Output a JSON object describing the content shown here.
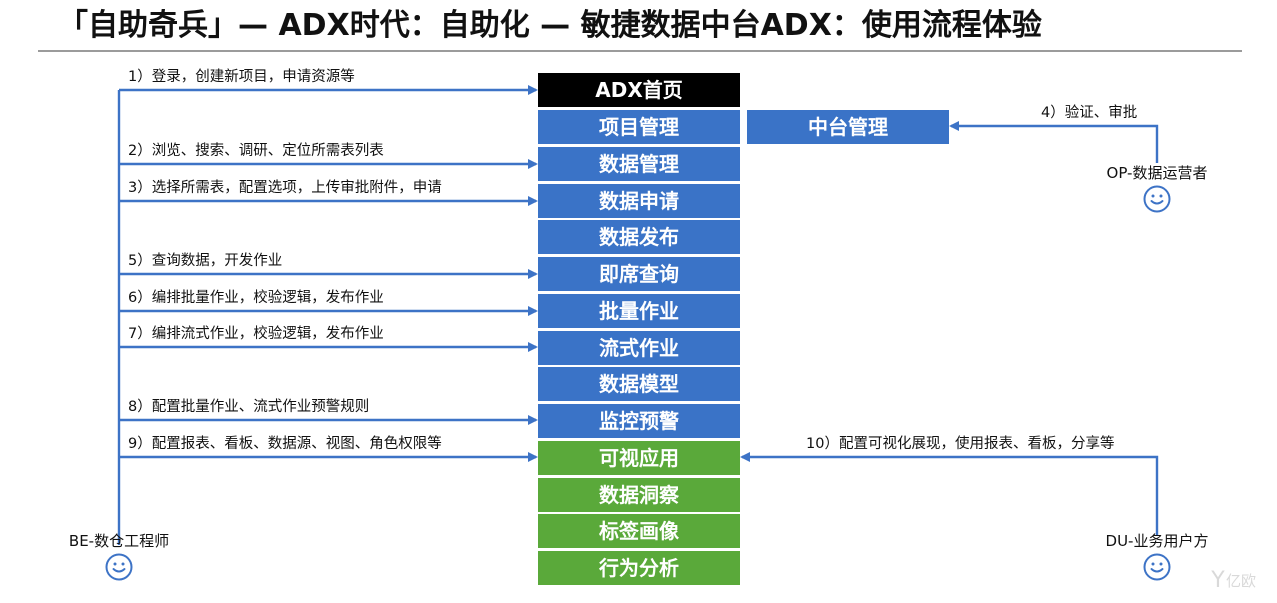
{
  "title": "「自助奇兵」— ADX时代：自助化 — 敏捷数据中台ADX：使用流程体验",
  "actors": [
    {
      "name": "BE-数仓工程师",
      "icon": "smiley-face-icon"
    },
    {
      "name": "OP-数据运营者",
      "icon": "smiley-face-icon"
    },
    {
      "name": "DU-业务用户方",
      "icon": "smiley-face-icon"
    }
  ],
  "modules": [
    {
      "label": "ADX首页",
      "color": "#000000"
    },
    {
      "label": "项目管理",
      "color": "#3a73c7"
    },
    {
      "label": "数据管理",
      "color": "#3a73c7"
    },
    {
      "label": "数据申请",
      "color": "#3a73c7"
    },
    {
      "label": "数据发布",
      "color": "#3a73c7"
    },
    {
      "label": "即席查询",
      "color": "#3a73c7"
    },
    {
      "label": "批量作业",
      "color": "#3a73c7"
    },
    {
      "label": "流式作业",
      "color": "#3a73c7"
    },
    {
      "label": "数据模型",
      "color": "#3a73c7"
    },
    {
      "label": "监控预警",
      "color": "#3a73c7"
    },
    {
      "label": "可视应用",
      "color": "#5aa93a"
    },
    {
      "label": "数据洞察",
      "color": "#5aa93a"
    },
    {
      "label": "标签画像",
      "color": "#5aa93a"
    },
    {
      "label": "行为分析",
      "color": "#5aa93a"
    }
  ],
  "admin_module": {
    "label": "中台管理",
    "color": "#3a73c7"
  },
  "steps": [
    {
      "label": "1）登录，创建新项目，申请资源等"
    },
    {
      "label": "2）浏览、搜索、调研、定位所需表列表"
    },
    {
      "label": "3）选择所需表，配置选项，上传审批附件，申请"
    },
    {
      "label": "4）验证、审批"
    },
    {
      "label": "5）查询数据，开发作业"
    },
    {
      "label": "6）编排批量作业，校验逻辑，发布作业"
    },
    {
      "label": "7）编排流式作业，校验逻辑，发布作业"
    },
    {
      "label": "8）配置批量作业、流式作业预警规则"
    },
    {
      "label": "9）配置报表、看板、数据源、视图、角色权限等"
    },
    {
      "label": "10）配置可视化展现，使用报表、看板，分享等"
    }
  ],
  "colors": {
    "line": "#3d73c6",
    "home": "#000000",
    "blue_module": "#3a73c7",
    "green_module": "#5aa93a",
    "title_rule": "#9b9b9b"
  },
  "watermark": {
    "mark": "Y",
    "text": "亿欧"
  }
}
